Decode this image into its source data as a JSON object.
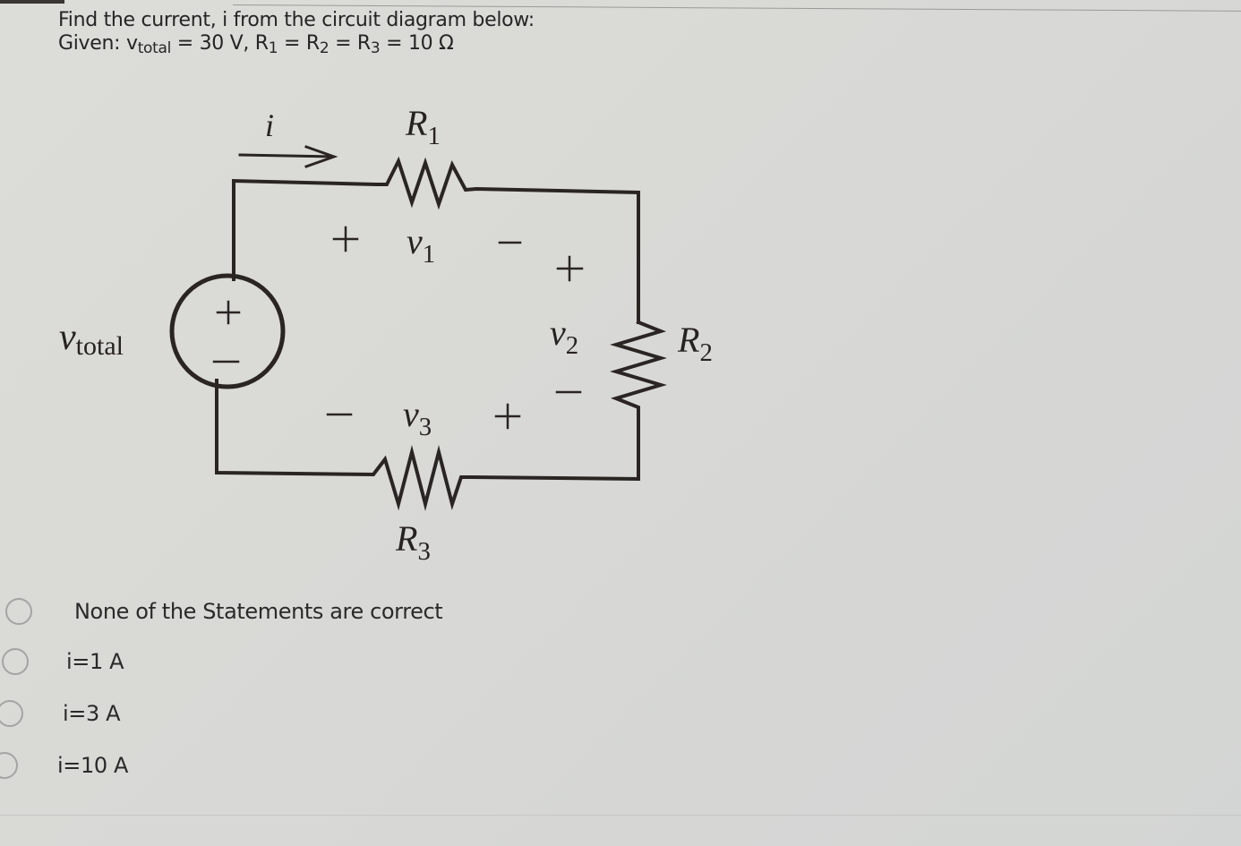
{
  "question": {
    "line1": "Find the current, i from the circuit diagram below:",
    "given_prefix": "Given: v",
    "given_sub": "total",
    "given_rest_1": " = 30 V, R",
    "r1_sub": "1",
    "given_rest_2": " = R",
    "r2_sub": "2",
    "given_rest_3": " = R",
    "r3_sub": "3",
    "given_rest_4": " = 10 Ω"
  },
  "circuit": {
    "current_label": "i",
    "r1": {
      "main": "R",
      "sub": "1"
    },
    "r2": {
      "main": "R",
      "sub": "2"
    },
    "r3": {
      "main": "R",
      "sub": "3"
    },
    "v1": {
      "main": "v",
      "sub": "1",
      "plus": "+",
      "minus": "−"
    },
    "v2": {
      "main": "v",
      "sub": "2",
      "plus": "+",
      "minus": "−"
    },
    "v3": {
      "main": "v",
      "sub": "3",
      "plus": "+",
      "minus": "−"
    },
    "source": {
      "main": "v",
      "sub": "total",
      "plus": "+",
      "minus": "−"
    }
  },
  "options": [
    {
      "label": "None of the Statements are correct",
      "selected": false
    },
    {
      "label": "i=1 A",
      "selected": false
    },
    {
      "label": "i=3 A",
      "selected": false
    },
    {
      "label": "i=10 A",
      "selected": false
    }
  ],
  "colors": {
    "background": "#d9d9d6",
    "ink": "#262220",
    "radio_border": "#a4a4a2"
  }
}
